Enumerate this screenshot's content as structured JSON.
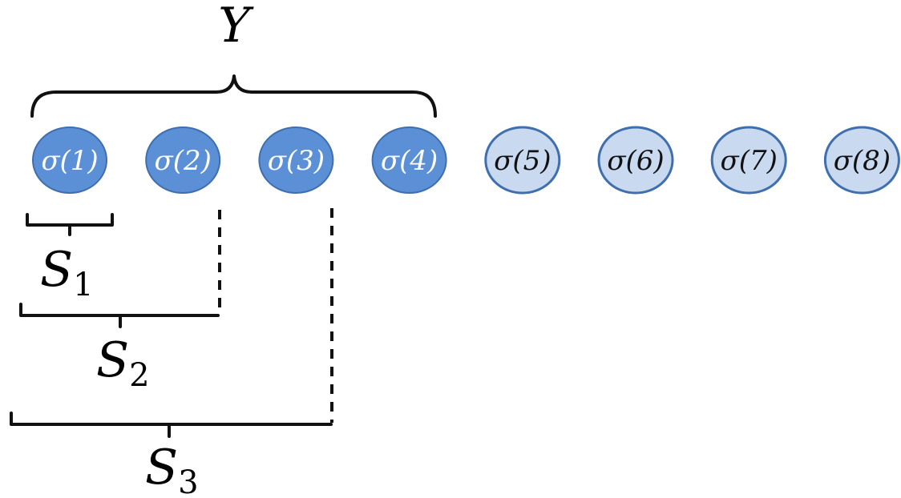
{
  "diagram": {
    "top_label": "Y",
    "nodes": [
      {
        "label": "σ(1)",
        "selected": true
      },
      {
        "label": "σ(2)",
        "selected": true
      },
      {
        "label": "σ(3)",
        "selected": true
      },
      {
        "label": "σ(4)",
        "selected": true
      },
      {
        "label": "σ(5)",
        "selected": false
      },
      {
        "label": "σ(6)",
        "selected": false
      },
      {
        "label": "σ(7)",
        "selected": false
      },
      {
        "label": "σ(8)",
        "selected": false
      }
    ],
    "prefix_sets": [
      {
        "base": "S",
        "sub": "1",
        "covers": 1
      },
      {
        "base": "S",
        "sub": "2",
        "covers": 2
      },
      {
        "base": "S",
        "sub": "3",
        "covers": 3
      }
    ],
    "colors": {
      "selected_fill": "#5b8fd6",
      "selected_text": "#ffffff",
      "unselected_fill": "#c8d9f0",
      "unselected_text": "#111111",
      "node_stroke": "#3f6fae"
    }
  }
}
